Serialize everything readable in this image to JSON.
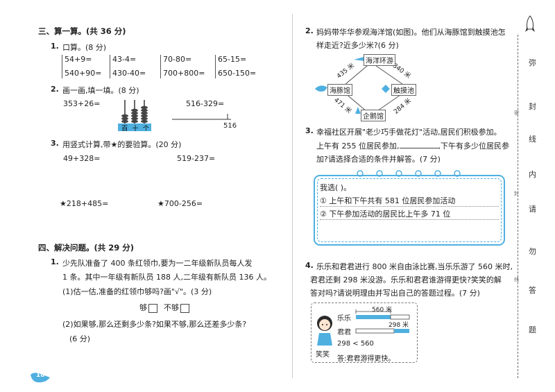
{
  "left": {
    "s3_title": "三、算一算。(共 36 分)",
    "q1_label": "1.",
    "q1_text": "口算。(8 分)",
    "oral": [
      "54+9=",
      "540+90=",
      "43-4=",
      "430-40=",
      "70-80=",
      "700+800=",
      "65-15=",
      "650-150="
    ],
    "q2_label": "2.",
    "q2_text": "画一画,填一填。(8 分)",
    "q2a": "353+26=",
    "abacus_labels": [
      "百",
      "十",
      "个"
    ],
    "q2b": "516-329=",
    "q2b_num": "516",
    "q3_label": "3.",
    "q3_text": "用竖式计算,带★的要验算。(20 分)",
    "q3a": "49+328=",
    "q3b": "519-237=",
    "q3c": "★218+485=",
    "q3d": "★700-256=",
    "s4_title": "四、解决问题。(共 29 分)",
    "p1_label": "1.",
    "p1_line1": "少先队准备了 400 条红领巾,要为一二年级新队员每人发",
    "p1_line2": "1 条。其中一年级有新队员 188 人,二年级有新队员 136 人。",
    "p1_sub1": "(1)估一估,准备的红领巾够吗?画\"√\"。(3 分)",
    "p1_enough": "够",
    "p1_not_enough": "不够",
    "p1_sub2": "(2)如果够,那么还剩多少条?如果不够,那么还差多少条?",
    "p1_sub2_score": "(6 分)",
    "page_number": "18"
  },
  "right": {
    "p2_label": "2.",
    "p2_line1": "妈妈带华华参观海洋馆(如图)。他们从海豚馆到触摸池怎",
    "p2_line2": "样走近?近多少米?(6 分)",
    "map": {
      "top": "海洋环游",
      "left": "海豚馆",
      "right": "触摸池",
      "bottom": "企鹅馆",
      "d1": "435 米",
      "d2": "340 米",
      "d3": "471 米",
      "d4": "284 米"
    },
    "p3_label": "3.",
    "p3_line1": "幸福社区开展\"老少巧手做花灯\"活动,居民们积极参加。",
    "p3_line2a": "上午有 255 位居民参加,",
    "p3_line2b": ",下午有多少位居民参",
    "p3_line3": "加?请选择合适的条件并解答。(7 分)",
    "choice_prompt": "我选(   )。",
    "choice_1": "① 上午和下午共有 581 位居民参加活动",
    "choice_2": "② 下午参加活动的居民比上午多 71 位",
    "p4_label": "4.",
    "p4_line1": "乐乐和君君进行 800 米自由泳比赛,当乐乐游了 560 米时,",
    "p4_line2": "君君还剩 298 米没游。乐乐和君君谁游得更快?笑笑的解",
    "p4_line3": "答对吗?请说明理由并写出自己的答题过程。(7 分)",
    "swim": {
      "bar_top": "560 米",
      "row1": "乐乐",
      "row2": "君君",
      "bar_mid": "298 米",
      "compare": "298 < 560",
      "answer": "答:君君游得更快。",
      "girl": "笑笑"
    }
  },
  "seal_chars": [
    "弥",
    "封",
    "线",
    "内",
    "请",
    "勿",
    "答",
    "题"
  ],
  "seal_small": [
    "密",
    "封",
    "线"
  ]
}
